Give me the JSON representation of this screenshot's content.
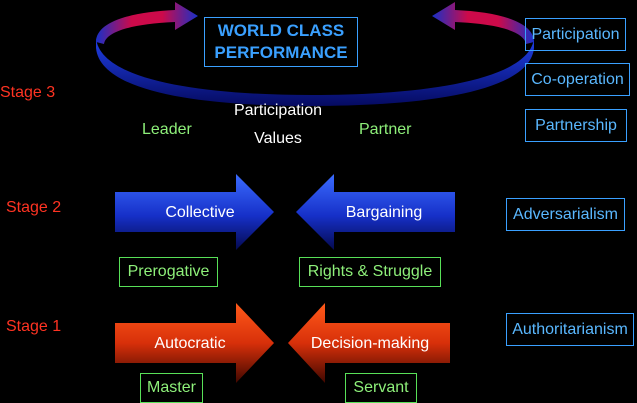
{
  "title": {
    "line1": "WORLD CLASS",
    "line2": "PERFORMANCE"
  },
  "stages": {
    "stage3": "Stage 3",
    "stage2": "Stage 2",
    "stage1": "Stage 1"
  },
  "stage3": {
    "leader": "Leader",
    "participation": "Participation",
    "values": "Values",
    "partner": "Partner"
  },
  "stage2": {
    "left_arrow": "Collective",
    "right_arrow": "Bargaining",
    "left_box": "Prerogative",
    "right_box": "Rights & Struggle"
  },
  "stage1": {
    "left_arrow": "Autocratic",
    "right_arrow": "Decision-making",
    "left_box": "Master",
    "right_box": "Servant"
  },
  "right_column": {
    "participation": "Participation",
    "cooperation": "Co-operation",
    "partnership": "Partnership",
    "adversarialism": "Adversarialism",
    "authoritarianism": "Authoritarianism"
  },
  "colors": {
    "stage_label": "#ff3322",
    "green": "#8ef07a",
    "blue_border": "#3aa0ff",
    "blue_arrow": "#1e3cd8",
    "red_arrow": "#e8380c"
  }
}
